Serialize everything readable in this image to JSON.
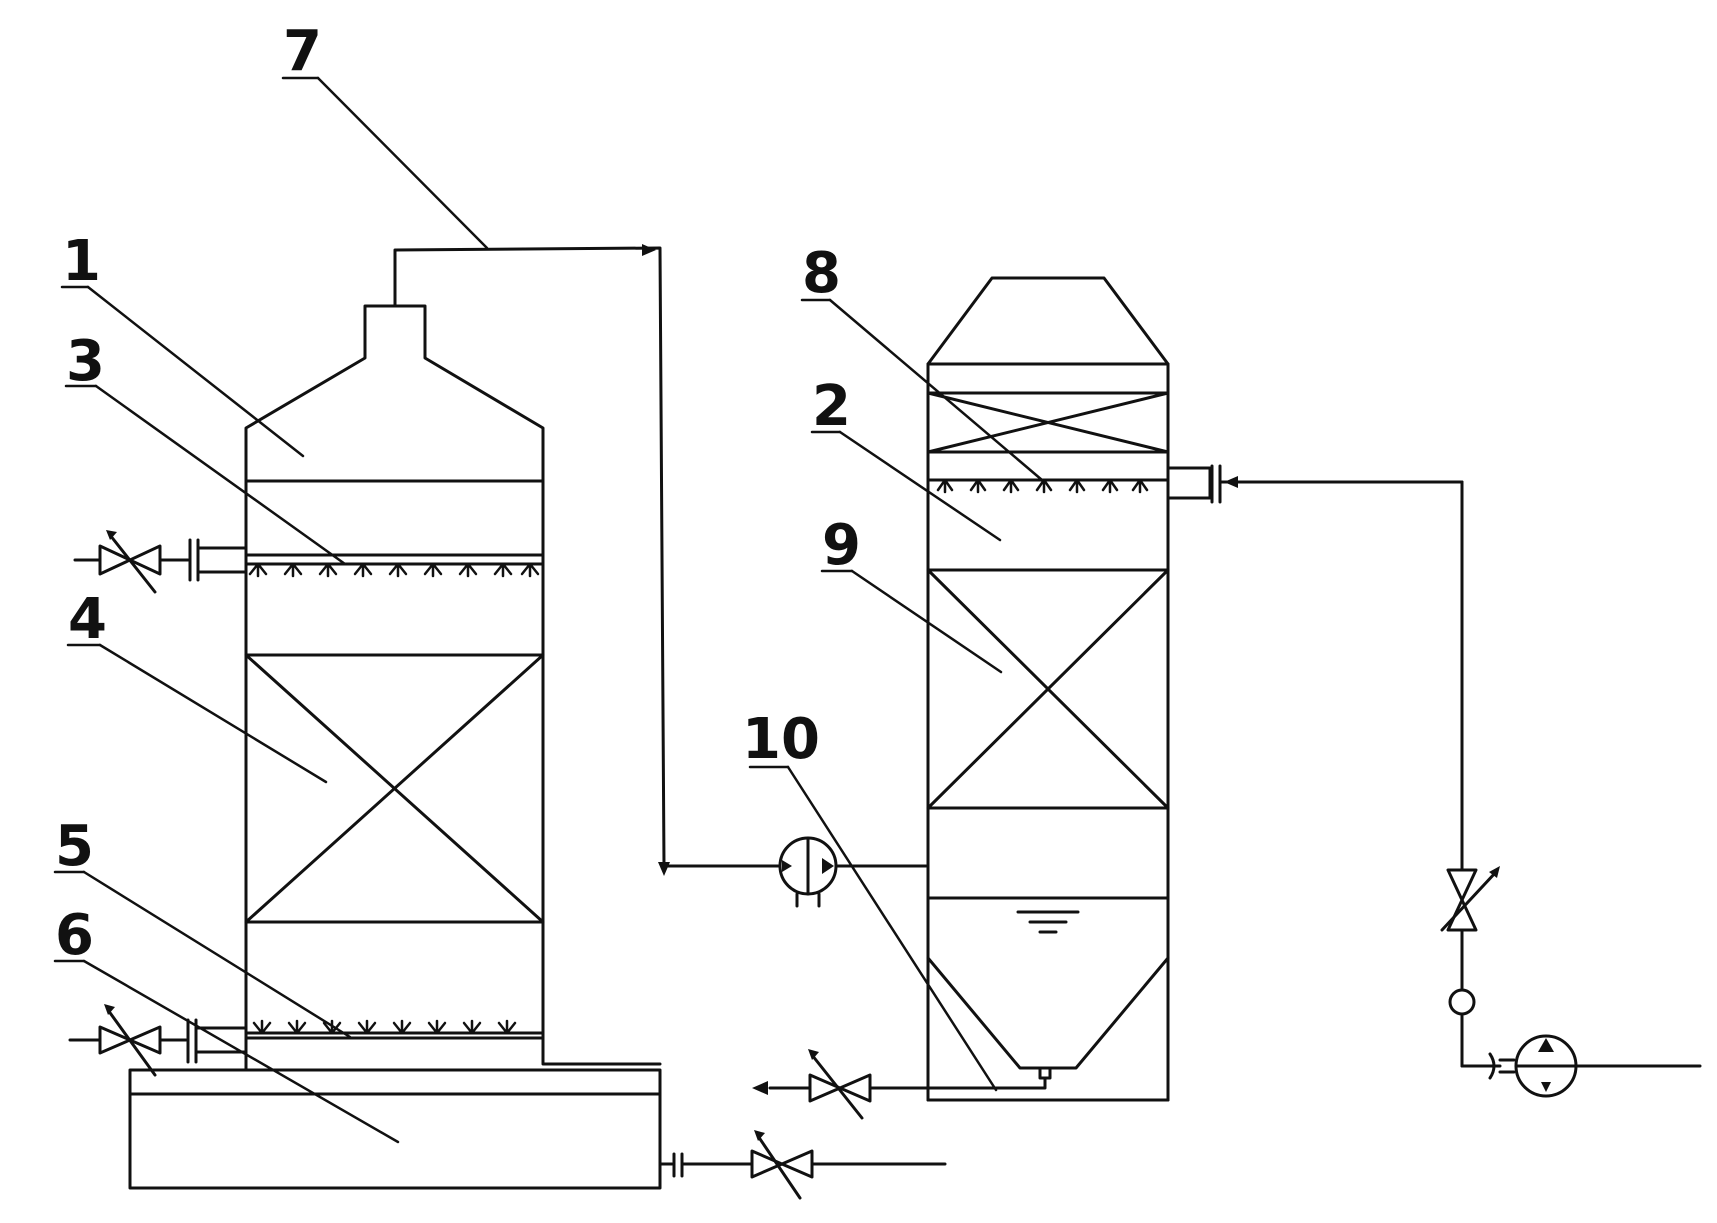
{
  "diagram": {
    "labels": {
      "l1": "1",
      "l2": "2",
      "l3": "3",
      "l4": "4",
      "l5": "5",
      "l6": "6",
      "l7": "7",
      "l8": "8",
      "l9": "9",
      "l10": "10"
    }
  }
}
